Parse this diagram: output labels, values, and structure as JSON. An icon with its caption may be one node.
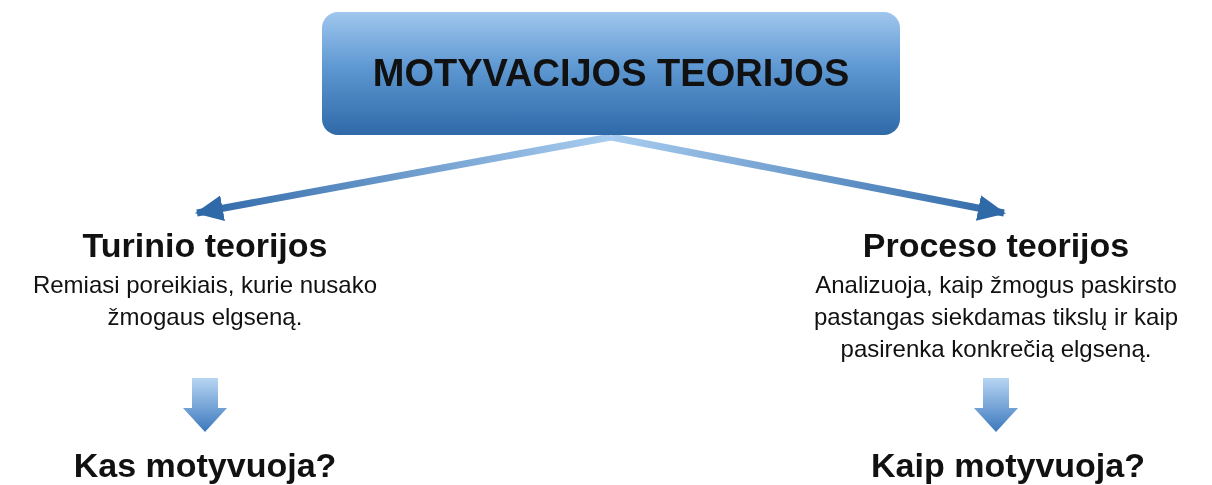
{
  "diagram": {
    "nodes": [
      {
        "text": [
          "MOTYVACIJOS TEORIJOS"
        ]
      },
      {
        "text": [
          "Turinio teorijos",
          "Remiasi poreikiais, kurie nusako žmogaus elgseną."
        ]
      },
      {
        "text": [
          "Proceso teorijos",
          "Analizuoja, kaip žmogus paskirsto pastangas siekdamas tikslų ir kaip pasirenka konkrečią elgseną."
        ]
      },
      {
        "text": [
          "Kas motyvuoja?"
        ]
      },
      {
        "text": [
          "Kaip motyvuoja?"
        ]
      }
    ],
    "edges": [
      {
        "from": 0,
        "to": 1,
        "arrow": "to"
      },
      {
        "from": 0,
        "to": 2,
        "arrow": "to"
      },
      {
        "from": 1,
        "to": 3,
        "arrow": "to"
      },
      {
        "from": 2,
        "to": 4,
        "arrow": "to"
      }
    ]
  }
}
